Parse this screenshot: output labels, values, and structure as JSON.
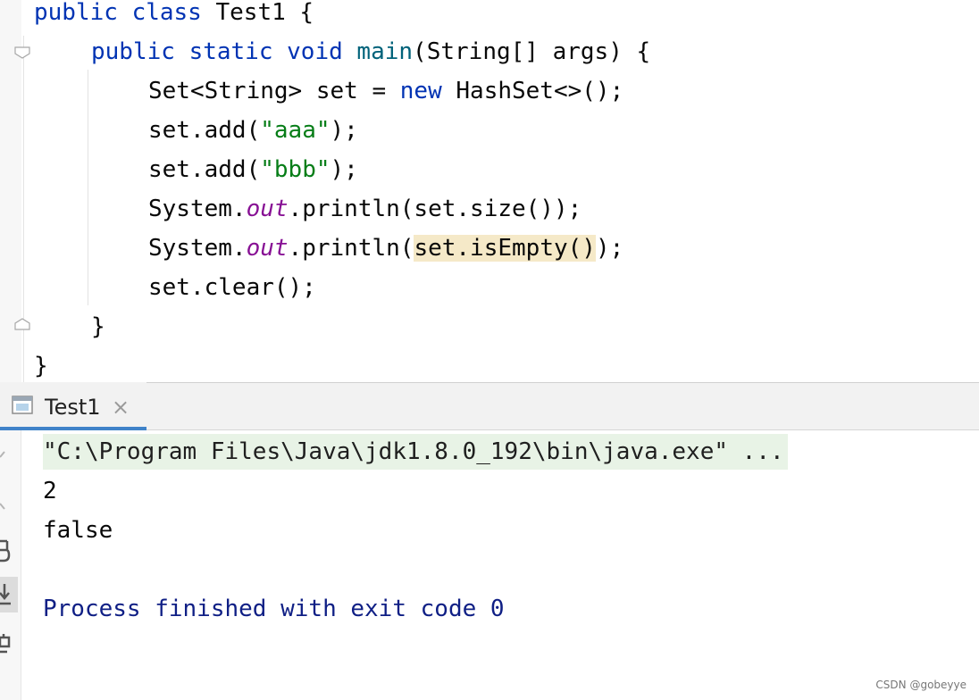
{
  "editor": {
    "code": {
      "l1": {
        "kw": "public class ",
        "name": "Test1 {"
      },
      "l2": {
        "kw": "public static void ",
        "fn": "main",
        "rest": "(String[] args) {"
      },
      "l3": {
        "a": "Set<String> set = ",
        "kw": "new",
        "b": " HashSet<>();"
      },
      "l4": {
        "a": "set.add(",
        "str": "\"aaa\"",
        "b": ");"
      },
      "l5": {
        "a": "set.add(",
        "str": "\"bbb\"",
        "b": ");"
      },
      "l6": {
        "a": "System.",
        "fld": "out",
        "b": ".println(set.size());"
      },
      "l7": {
        "a": "System.",
        "fld": "out",
        "b": ".println(",
        "hl": "set.isEmpty()",
        "c": ");"
      },
      "l8": {
        "a": "set.clear();"
      },
      "l9": {
        "a": "}"
      },
      "l10": {
        "a": "}"
      }
    }
  },
  "run_panel": {
    "tab": {
      "label": "Test1",
      "close": "×",
      "icon": "console-icon"
    },
    "output": {
      "command": "\"C:\\Program Files\\Java\\jdk1.8.0_192\\bin\\java.exe\" ...",
      "line1": "2",
      "line2": "false",
      "exit": "Process finished with exit code 0"
    },
    "side_icons": [
      "up-arrow-icon",
      "down-arrow-icon",
      "soft-wrap-icon",
      "scroll-to-end-icon",
      "print-icon"
    ]
  },
  "watermark": "CSDN @gobeyye",
  "colors": {
    "keyword": "#0033b3",
    "method": "#00627a",
    "string": "#067d17",
    "static_field": "#871094",
    "highlight": "#f5e9c8",
    "command_bg": "#e8f3e6",
    "exit_text": "#0f1f85",
    "tab_underline": "#4083c9"
  }
}
